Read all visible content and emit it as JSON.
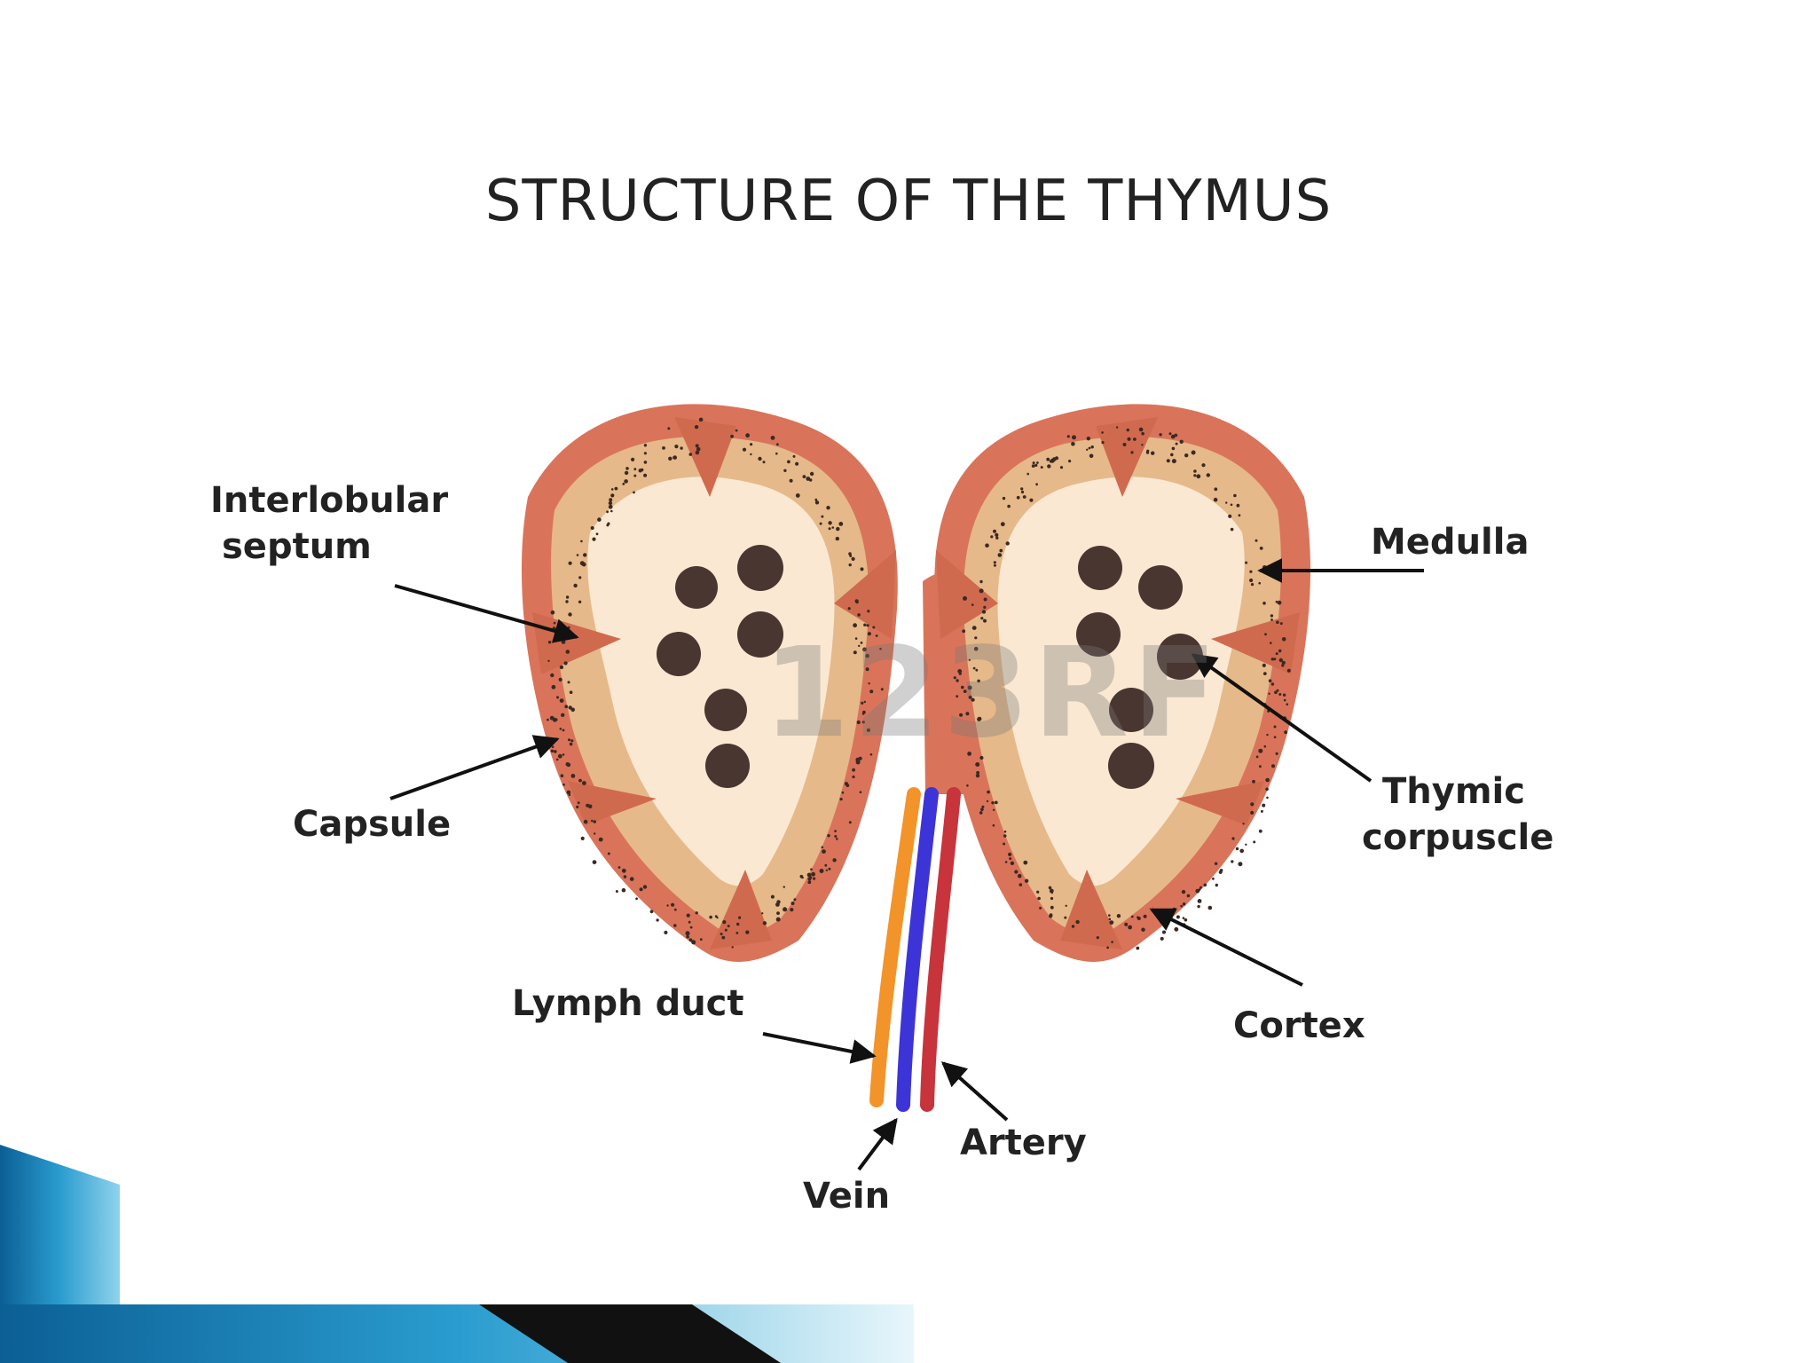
{
  "title": "STRUCTURE OF THE THYMUS",
  "watermark": "123RF",
  "labels": {
    "interlobular_septum_line1": "Interlobular",
    "interlobular_septum_line2": "septum",
    "capsule": "Capsule",
    "medulla": "Medulla",
    "thymic_corpuscle_line1": "Thymic",
    "thymic_corpuscle_line2": "corpuscle",
    "cortex": "Cortex",
    "lymph_duct": "Lymph duct",
    "artery": "Artery",
    "vein": "Vein"
  },
  "colors": {
    "capsule": "#d9745a",
    "septum": "#d06a4e",
    "cortex": "#e6b98a",
    "medulla": "#fbe8d2",
    "corpuscle": "#4a3630",
    "lymph_duct": "#f2942a",
    "vein": "#3d34d8",
    "artery": "#c8343c",
    "accent_blue": "#1e7fb0"
  }
}
